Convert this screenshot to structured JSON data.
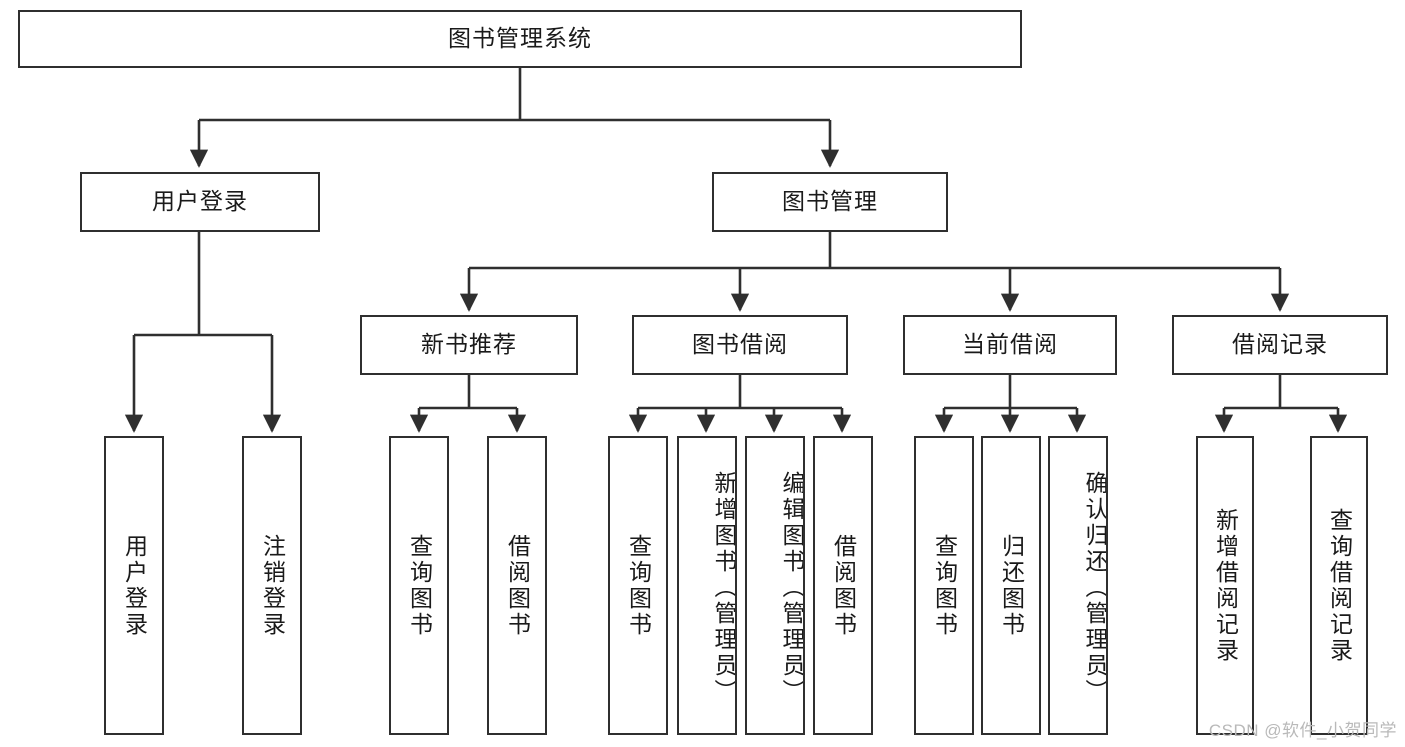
{
  "diagram": {
    "title_node": {
      "label": "图书管理系统"
    },
    "level2": [
      {
        "label": "用户登录"
      },
      {
        "label": "图书管理"
      }
    ],
    "level3": [
      {
        "label": "新书推荐"
      },
      {
        "label": "图书借阅"
      },
      {
        "label": "当前借阅"
      },
      {
        "label": "借阅记录"
      }
    ],
    "leaves": {
      "user_login": [
        {
          "label": "用户登录"
        },
        {
          "label": "注销登录"
        }
      ],
      "new_book": [
        {
          "label": "查询图书"
        },
        {
          "label": "借阅图书"
        }
      ],
      "book_borrow": [
        {
          "label": "查询图书"
        },
        {
          "label": "新增图书（管理员）"
        },
        {
          "label": "编辑图书（管理员）"
        },
        {
          "label": "借阅图书"
        }
      ],
      "current_borrow": [
        {
          "label": "查询图书"
        },
        {
          "label": "归还图书"
        },
        {
          "label": "确认归还（管理员）"
        }
      ],
      "borrow_record": [
        {
          "label": "新增借阅记录"
        },
        {
          "label": "查询借阅记录"
        }
      ]
    }
  },
  "watermark": {
    "text": "CSDN @软件_小贺同学"
  },
  "colors": {
    "stroke": "#2f2f2f",
    "background": "#ffffff",
    "text": "#1a1a1a",
    "watermark": "#b9b9b9"
  }
}
